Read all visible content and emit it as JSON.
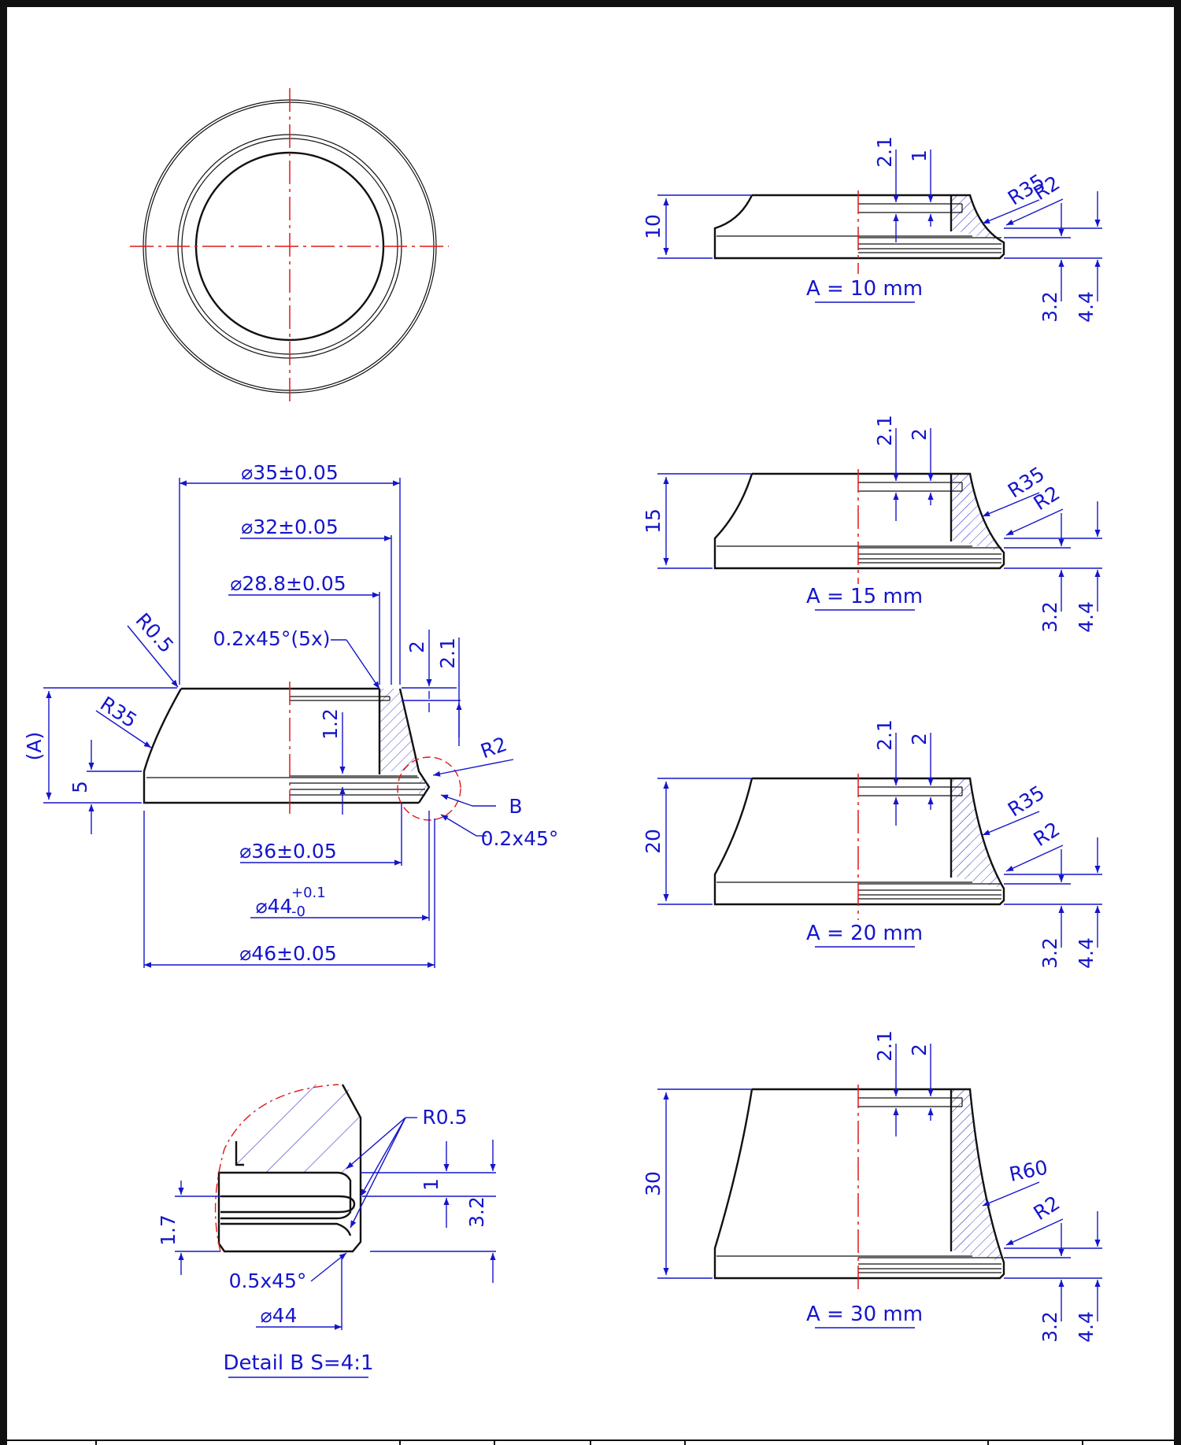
{
  "section_view": {
    "dim_35": "⌀35±0.05",
    "dim_32": "⌀32±0.05",
    "dim_28_8": "⌀28.8±0.05",
    "chamfer_5x": "0.2x45°(5x)",
    "r0_5": "R0.5",
    "r35": "R35",
    "r2": "R2",
    "a_label": "(A)",
    "dim_5": "5",
    "dim_1_2": "1.2",
    "dim_2": "2",
    "dim_2_1": "2.1",
    "detail_ref": "B",
    "chamfer_b": "0.2x45°",
    "dim_36": "⌀36±0.05",
    "dim_44_base": "⌀44",
    "dim_44_upper": "+0.1",
    "dim_44_lower": "-0",
    "dim_46": "⌀46±0.05"
  },
  "detail_b": {
    "r0_5": "R0.5",
    "dim_1": "1",
    "dim_3_2": "3.2",
    "dim_1_7": "1.7",
    "chamfer": "0.5x45°",
    "dim_44": "⌀44",
    "title": "Detail B  S=4:1"
  },
  "variants": [
    {
      "height": "10",
      "slot_1": "2.1",
      "slot_2": "1",
      "radius_top": "R35",
      "radius_bottom": "R2",
      "dim_3_2": "3.2",
      "dim_4_4": "4.4",
      "caption": "A = 10 mm"
    },
    {
      "height": "15",
      "slot_1": "2.1",
      "slot_2": "2",
      "radius_top": "R35",
      "radius_bottom": "R2",
      "dim_3_2": "3.2",
      "dim_4_4": "4.4",
      "caption": "A = 15 mm"
    },
    {
      "height": "20",
      "slot_1": "2.1",
      "slot_2": "2",
      "radius_top": "R35",
      "radius_bottom": "R2",
      "dim_3_2": "3.2",
      "dim_4_4": "4.4",
      "caption": "A = 20 mm"
    },
    {
      "height": "30",
      "slot_1": "2.1",
      "slot_2": "2",
      "radius_top": "R60",
      "radius_bottom": "R2",
      "dim_3_2": "3.2",
      "dim_4_4": "4.4",
      "caption": "A = 30 mm"
    }
  ],
  "colors": {
    "dimension": "#1515cc",
    "centerline": "#e01818",
    "outline": "#111111"
  }
}
